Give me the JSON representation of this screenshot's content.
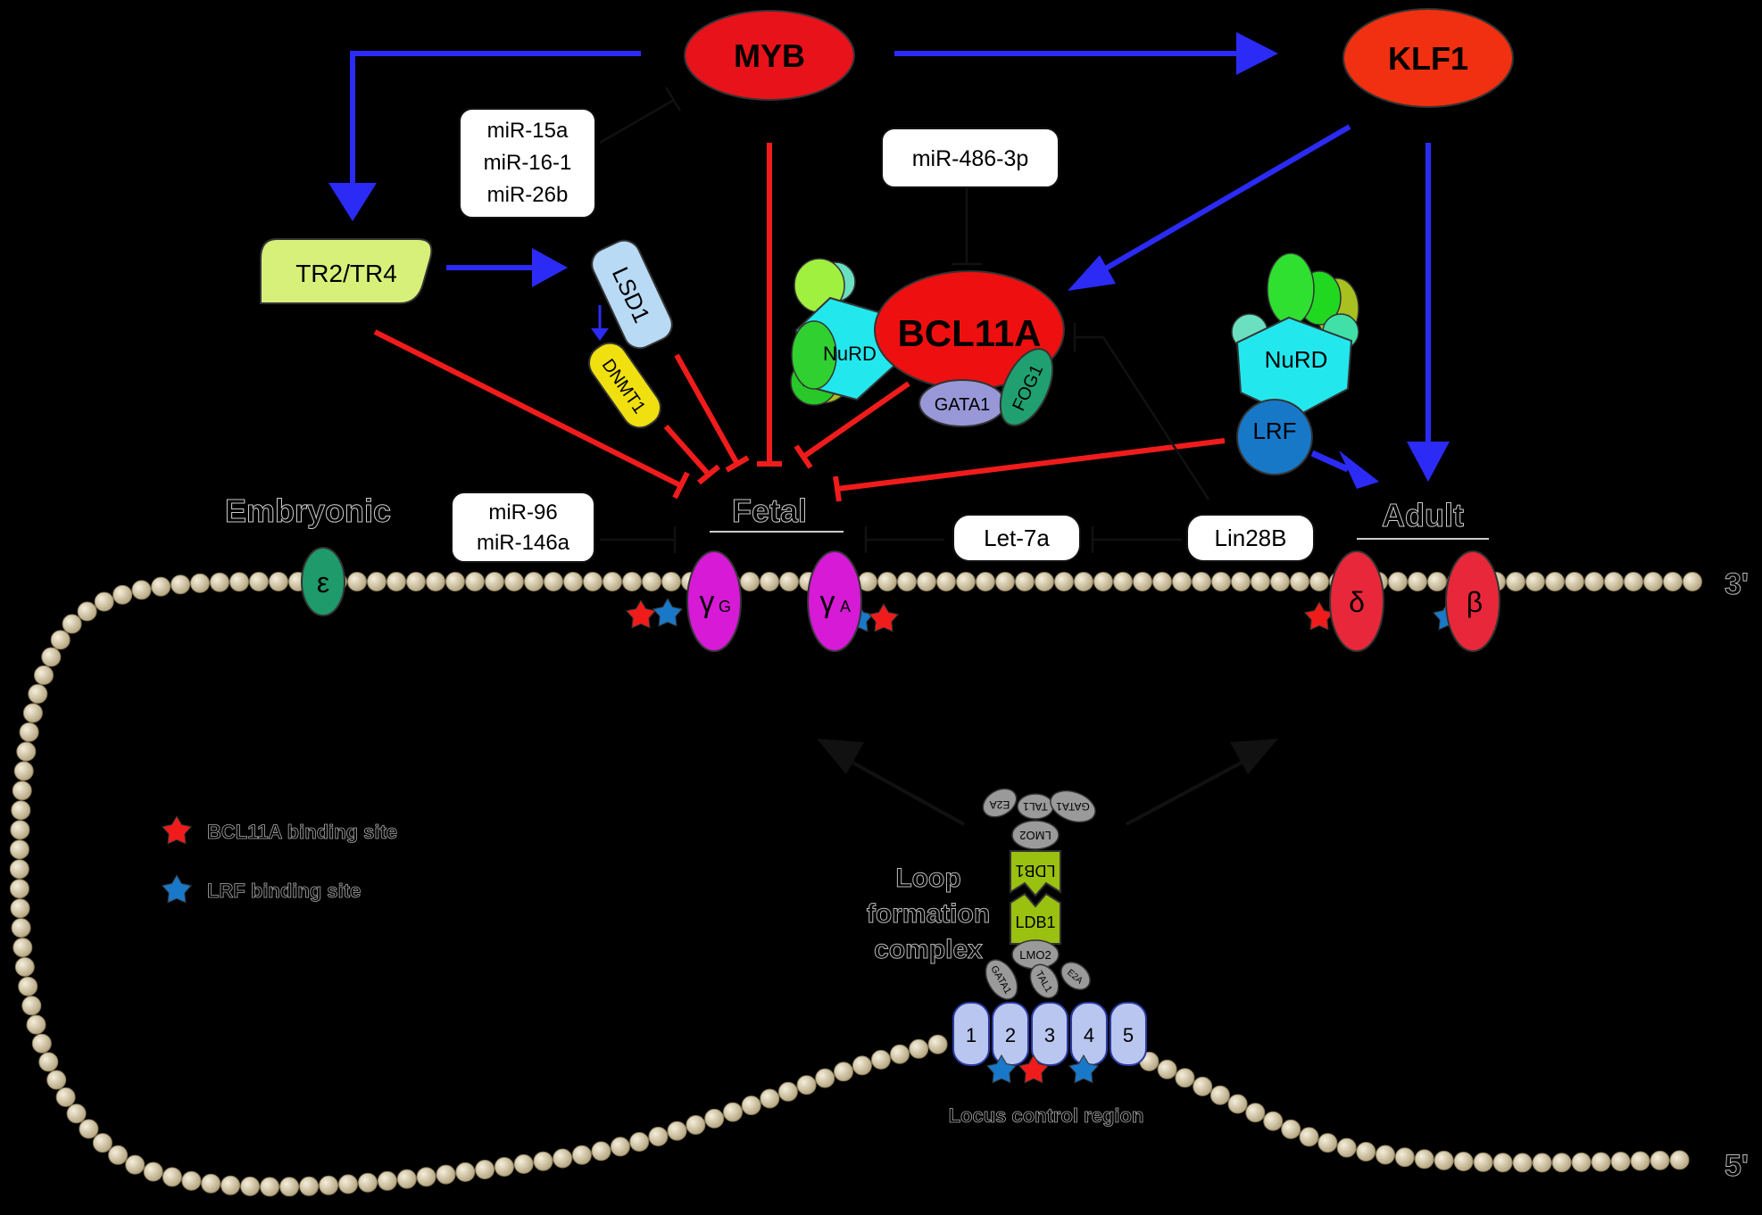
{
  "nodes": {
    "myb": "MYB",
    "klf1": "KLF1",
    "tr2tr4": "TR2/TR4",
    "lsd1": "LSD1",
    "dnmt1": "DNMT1",
    "bcl11a": "BCL11A",
    "gata1": "GATA1",
    "fog1": "FOG1",
    "nurd": "NuRD",
    "lrf": "LRF"
  },
  "mirna": {
    "box1": [
      "miR-15a",
      "miR-16-1",
      "miR-26b"
    ],
    "box2": "miR-486-3p",
    "box3": [
      "miR-96",
      "miR-146a"
    ],
    "let7a": "Let-7a",
    "lin28b": "Lin28B"
  },
  "stages": {
    "embryonic": "Embryonic",
    "fetal": "Fetal",
    "adult": "Adult"
  },
  "genes": {
    "epsilon": "ε",
    "gamma_g": "γ",
    "gamma_g_sub": "G",
    "gamma_a": "γ",
    "gamma_a_sub": "A",
    "delta": "δ",
    "beta": "β"
  },
  "ends": {
    "three_prime": "3'",
    "five_prime": "5'"
  },
  "legend": {
    "bcl11a_site": "BCL11A binding site",
    "lrf_site": "LRF binding site"
  },
  "complex": {
    "title_lines": [
      "Loop",
      "formation",
      "complex"
    ],
    "ldb1": "LDB1",
    "lmo2": "LMO2",
    "gata1": "GATA1",
    "tal1": "TAL1",
    "e2a": "E2A"
  },
  "lcr": {
    "sites": [
      "1",
      "2",
      "3",
      "4",
      "5"
    ],
    "label": "Locus control region"
  },
  "colors": {
    "activation": "#2b2bf5",
    "repression": "#f01c1c",
    "myb_fill": "#e8121a",
    "bead": "#d8cdb0",
    "gamma": "#d61ad6",
    "adult_gene": "#e8283a",
    "epsilon": "#1f9a6a"
  }
}
